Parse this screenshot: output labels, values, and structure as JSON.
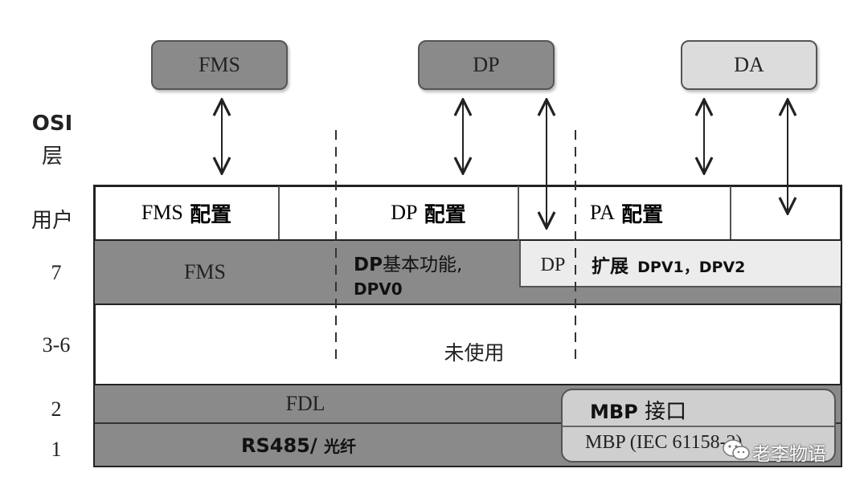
{
  "top_boxes": {
    "fms": "FMS",
    "dp": "DP",
    "da": "DA"
  },
  "row_labels": {
    "osi": "OSI",
    "layer": "层",
    "user": "用户",
    "l7": "7",
    "l36": "3-6",
    "l2": "2",
    "l1": "1"
  },
  "user_row": {
    "fms_cfg": "FMS",
    "dp_cfg": "DP",
    "pa_cfg": "PA",
    "cfg_word": "配置"
  },
  "layer7": {
    "fms": "FMS",
    "dp_basic_prefix": "DP",
    "dp_basic_rest": "基本功能,",
    "dpv0": "DPV0",
    "dp_ext_prefix": "DP",
    "dp_ext_word": "扩展",
    "dp_ext_versions": "DPV1，DPV2"
  },
  "layer36": {
    "unused": "未使用"
  },
  "layer2": {
    "fdl": "FDL",
    "mbp_prefix": "MBP",
    "mbp_word": "接口"
  },
  "layer1": {
    "rs485": "RS485/",
    "fiber": "光纤",
    "mbp_iec": "MBP (IEC 61158-2)"
  },
  "watermark": {
    "text": "老李物语",
    "icon": "wechat-icon"
  },
  "colors": {
    "dark": "#8a8a8a",
    "light": "#dcdcdc",
    "border": "#222222"
  }
}
